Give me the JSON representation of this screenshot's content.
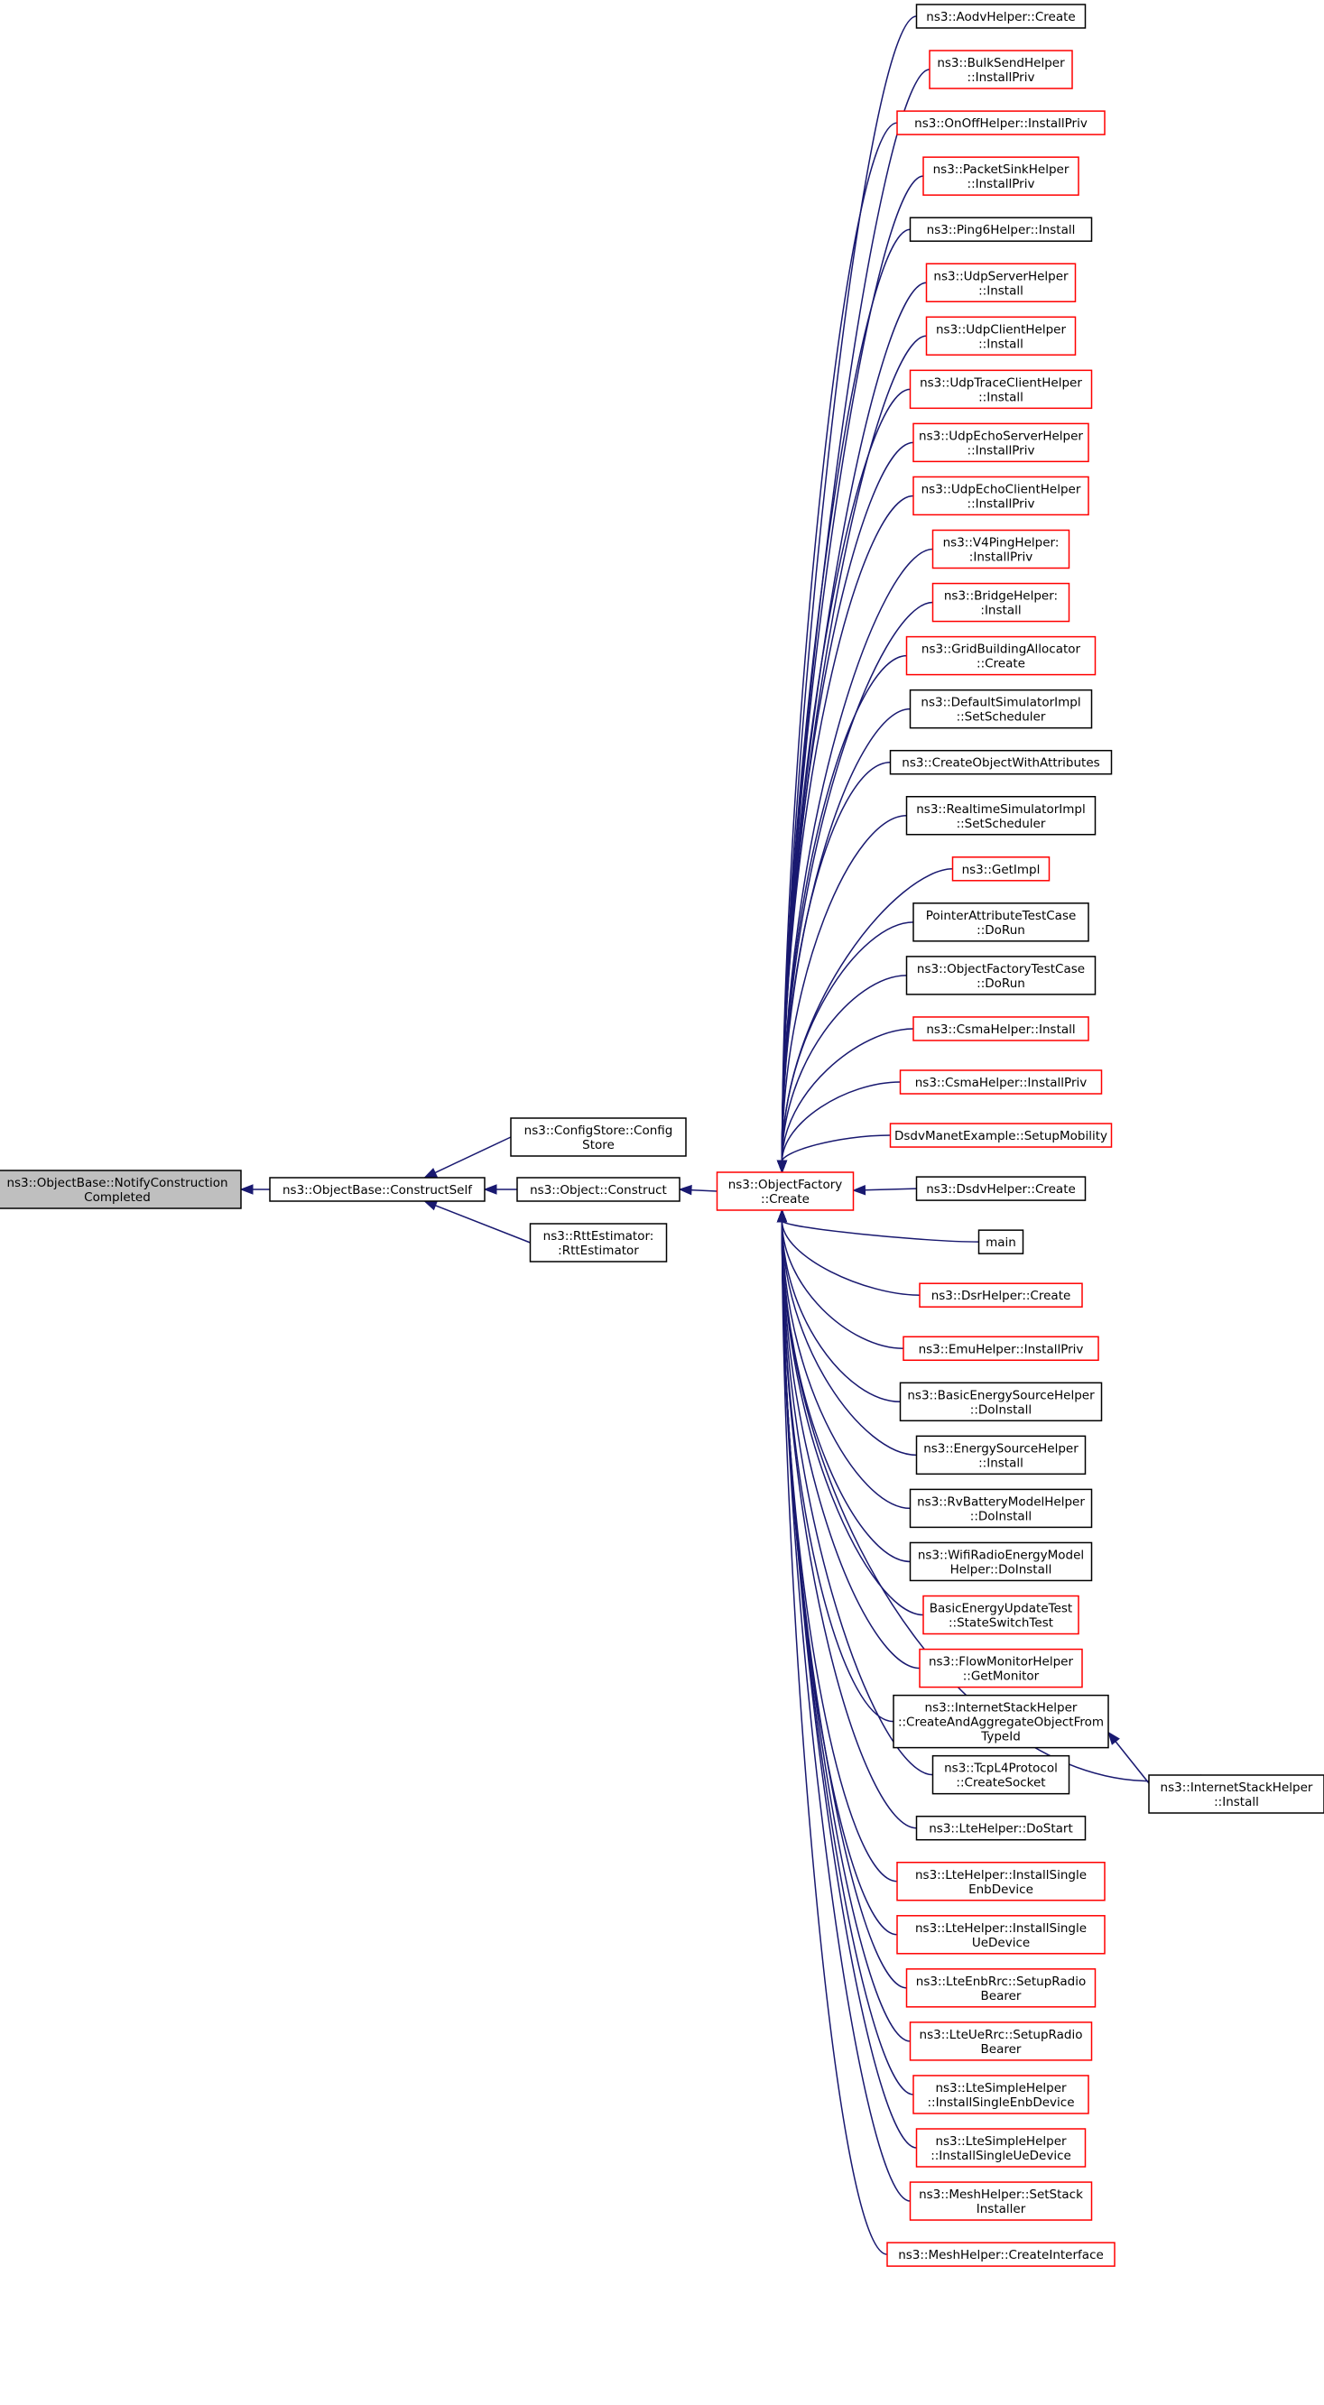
{
  "colors": {
    "edge": "#191970",
    "node_black_border": "#000000",
    "node_red_border": "#ff0000",
    "focus_fill": "#bfbfbf",
    "node_fill": "#ffffff"
  },
  "root": {
    "lines": [
      "ns3::ObjectBase::NotifyConstruction",
      "Completed"
    ]
  },
  "construct_self": {
    "lines": [
      "ns3::ObjectBase::ConstructSelf"
    ]
  },
  "construct_self_callers": [
    {
      "lines": [
        "ns3::ConfigStore::Config",
        "Store"
      ],
      "border": "black"
    },
    {
      "lines": [
        "ns3::Object::Construct"
      ],
      "border": "black"
    },
    {
      "lines": [
        "ns3::RttEstimator:",
        ":RttEstimator"
      ],
      "border": "black"
    }
  ],
  "factory": {
    "lines": [
      "ns3::ObjectFactory",
      "::Create"
    ],
    "border": "red"
  },
  "factory_callers": [
    {
      "lines": [
        "ns3::AodvHelper::Create"
      ],
      "border": "black"
    },
    {
      "lines": [
        "ns3::BulkSendHelper",
        "::InstallPriv"
      ],
      "border": "red"
    },
    {
      "lines": [
        "ns3::OnOffHelper::InstallPriv"
      ],
      "border": "red"
    },
    {
      "lines": [
        "ns3::PacketSinkHelper",
        "::InstallPriv"
      ],
      "border": "red"
    },
    {
      "lines": [
        "ns3::Ping6Helper::Install"
      ],
      "border": "black"
    },
    {
      "lines": [
        "ns3::UdpServerHelper",
        "::Install"
      ],
      "border": "red"
    },
    {
      "lines": [
        "ns3::UdpClientHelper",
        "::Install"
      ],
      "border": "red"
    },
    {
      "lines": [
        "ns3::UdpTraceClientHelper",
        "::Install"
      ],
      "border": "red"
    },
    {
      "lines": [
        "ns3::UdpEchoServerHelper",
        "::InstallPriv"
      ],
      "border": "red"
    },
    {
      "lines": [
        "ns3::UdpEchoClientHelper",
        "::InstallPriv"
      ],
      "border": "red"
    },
    {
      "lines": [
        "ns3::V4PingHelper:",
        ":InstallPriv"
      ],
      "border": "red"
    },
    {
      "lines": [
        "ns3::BridgeHelper:",
        ":Install"
      ],
      "border": "red"
    },
    {
      "lines": [
        "ns3::GridBuildingAllocator",
        "::Create"
      ],
      "border": "red"
    },
    {
      "lines": [
        "ns3::DefaultSimulatorImpl",
        "::SetScheduler"
      ],
      "border": "black"
    },
    {
      "lines": [
        "ns3::CreateObjectWithAttributes"
      ],
      "border": "black"
    },
    {
      "lines": [
        "ns3::RealtimeSimulatorImpl",
        "::SetScheduler"
      ],
      "border": "black"
    },
    {
      "lines": [
        "ns3::GetImpl"
      ],
      "border": "red"
    },
    {
      "lines": [
        "PointerAttributeTestCase",
        "::DoRun"
      ],
      "border": "black"
    },
    {
      "lines": [
        "ns3::ObjectFactoryTestCase",
        "::DoRun"
      ],
      "border": "black"
    },
    {
      "lines": [
        "ns3::CsmaHelper::Install"
      ],
      "border": "red"
    },
    {
      "lines": [
        "ns3::CsmaHelper::InstallPriv"
      ],
      "border": "red"
    },
    {
      "lines": [
        "DsdvManetExample::SetupMobility"
      ],
      "border": "red"
    },
    {
      "lines": [
        "ns3::DsdvHelper::Create"
      ],
      "border": "black"
    },
    {
      "lines": [
        "main"
      ],
      "border": "black"
    },
    {
      "lines": [
        "ns3::DsrHelper::Create"
      ],
      "border": "red"
    },
    {
      "lines": [
        "ns3::EmuHelper::InstallPriv"
      ],
      "border": "red"
    },
    {
      "lines": [
        "ns3::BasicEnergySourceHelper",
        "::DoInstall"
      ],
      "border": "black"
    },
    {
      "lines": [
        "ns3::EnergySourceHelper",
        "::Install"
      ],
      "border": "black"
    },
    {
      "lines": [
        "ns3::RvBatteryModelHelper",
        "::DoInstall"
      ],
      "border": "black"
    },
    {
      "lines": [
        "ns3::WifiRadioEnergyModel",
        "Helper::DoInstall"
      ],
      "border": "black"
    },
    {
      "lines": [
        "BasicEnergyUpdateTest",
        "::StateSwitchTest"
      ],
      "border": "red"
    },
    {
      "lines": [
        "ns3::FlowMonitorHelper",
        "::GetMonitor"
      ],
      "border": "red"
    },
    {
      "lines": [
        "ns3::InternetStackHelper",
        "::CreateAndAggregateObjectFrom",
        "TypeId"
      ],
      "border": "black"
    },
    {
      "lines": [
        "ns3::TcpL4Protocol",
        "::CreateSocket"
      ],
      "border": "black"
    },
    {
      "lines": [
        "ns3::LteHelper::DoStart"
      ],
      "border": "black"
    },
    {
      "lines": [
        "ns3::LteHelper::InstallSingle",
        "EnbDevice"
      ],
      "border": "red"
    },
    {
      "lines": [
        "ns3::LteHelper::InstallSingle",
        "UeDevice"
      ],
      "border": "red"
    },
    {
      "lines": [
        "ns3::LteEnbRrc::SetupRadio",
        "Bearer"
      ],
      "border": "red"
    },
    {
      "lines": [
        "ns3::LteUeRrc::SetupRadio",
        "Bearer"
      ],
      "border": "red"
    },
    {
      "lines": [
        "ns3::LteSimpleHelper",
        "::InstallSingleEnbDevice"
      ],
      "border": "red"
    },
    {
      "lines": [
        "ns3::LteSimpleHelper",
        "::InstallSingleUeDevice"
      ],
      "border": "red"
    },
    {
      "lines": [
        "ns3::MeshHelper::SetStack",
        "Installer"
      ],
      "border": "red"
    },
    {
      "lines": [
        "ns3::MeshHelper::CreateInterface"
      ],
      "border": "red"
    }
  ],
  "internet_install": {
    "lines": [
      "ns3::InternetStackHelper",
      "::Install"
    ],
    "border": "black"
  }
}
